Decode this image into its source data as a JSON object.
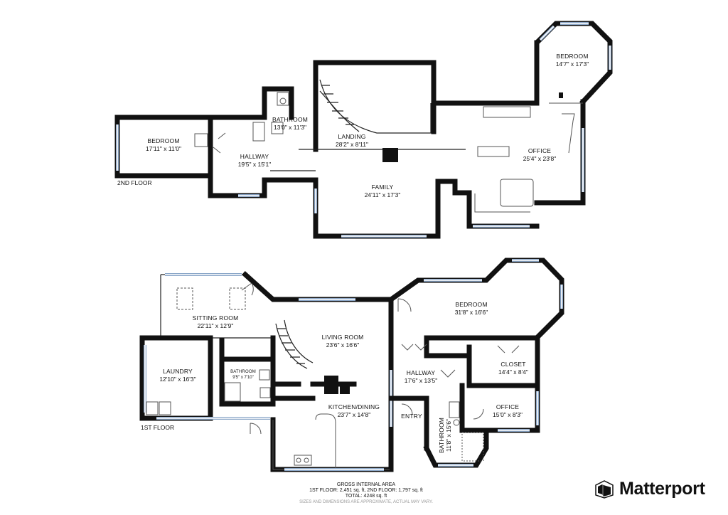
{
  "floors": {
    "second": {
      "label": "2ND FLOOR",
      "rooms": {
        "bedroom_west": {
          "name": "BEDROOM",
          "dim": "17'11\" x 11'0\""
        },
        "hallway": {
          "name": "HALLWAY",
          "dim": "19'5\" x 15'1\""
        },
        "bathroom": {
          "name": "BATHROOM",
          "dim": "13'0\" x 11'3\""
        },
        "landing": {
          "name": "LANDING",
          "dim": "28'2\" x 8'11\""
        },
        "family": {
          "name": "FAMILY",
          "dim": "24'11\" x 17'3\""
        },
        "office": {
          "name": "OFFICE",
          "dim": "25'4\" x 23'8\""
        },
        "bedroom_east": {
          "name": "BEDROOM",
          "dim": "14'7\" x 17'3\""
        }
      }
    },
    "first": {
      "label": "1ST FLOOR",
      "rooms": {
        "sitting": {
          "name": "SITTING ROOM",
          "dim": "22'11\" x 12'9\""
        },
        "living": {
          "name": "LIVING ROOM",
          "dim": "23'6\" x 16'6\""
        },
        "laundry": {
          "name": "LAUNDRY",
          "dim": "12'10\" x 16'3\""
        },
        "bath_small": {
          "name": "BATHROOM",
          "dim": "9'5\" x 7'10\""
        },
        "kitchen": {
          "name": "KITCHEN/DINING",
          "dim": "23'7\" x 14'8\""
        },
        "bedroom": {
          "name": "BEDROOM",
          "dim": "31'8\" x 16'6\""
        },
        "closet": {
          "name": "CLOSET",
          "dim": "14'4\" x 8'4\""
        },
        "hallway": {
          "name": "HALLWAY",
          "dim": "17'6\" x 13'5\""
        },
        "entry": {
          "name": "ENTRY",
          "dim": ""
        },
        "office": {
          "name": "OFFICE",
          "dim": "15'0\" x 8'3\""
        },
        "bath_vertical": {
          "name": "BATHROOM",
          "dim": "11'8\" x 15'6\""
        }
      }
    }
  },
  "area": {
    "title": "GROSS INTERNAL AREA",
    "line1": "1ST FLOOR: 2,451 sq. ft, 2ND FLOOR: 1,797 sq. ft",
    "line2": "TOTAL: 4248 sq. ft",
    "note": "SIZES AND DIMENSIONS ARE APPROXIMATE, ACTUAL MAY VARY."
  },
  "brand": {
    "name": "Matterport",
    "icon": "matterport-logo-icon"
  },
  "colors": {
    "wall": "#111111",
    "window": "#8aa6c8",
    "background": "#ffffff"
  }
}
